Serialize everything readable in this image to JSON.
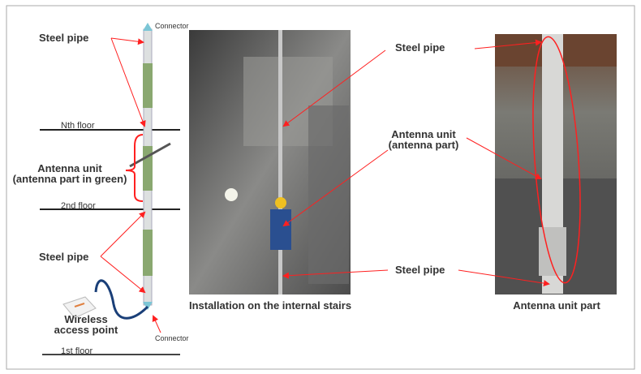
{
  "diagram": {
    "connector_top": "Connector",
    "connector_bottom": "Connector",
    "steel_pipe_top": "Steel pipe",
    "steel_pipe_bottom": "Steel pipe",
    "nth_floor": "Nth floor",
    "second_floor": "2nd floor",
    "first_floor": "1st floor",
    "antenna_unit_line1": "Antenna unit",
    "antenna_unit_line2": "(antenna part in green)",
    "wireless_line1": "Wireless",
    "wireless_line2": "access point"
  },
  "photo_stairs": {
    "caption": "Installation on the internal stairs",
    "steel_pipe_top": "Steel pipe",
    "antenna_line1": "Antenna unit",
    "antenna_line2": "(antenna part)",
    "steel_pipe_bottom": "Steel pipe"
  },
  "photo_antenna": {
    "caption": "Antenna unit part"
  },
  "colors": {
    "arrow": "#ff2020",
    "antenna_green": "#8aa870",
    "cable": "#1a3f78"
  }
}
